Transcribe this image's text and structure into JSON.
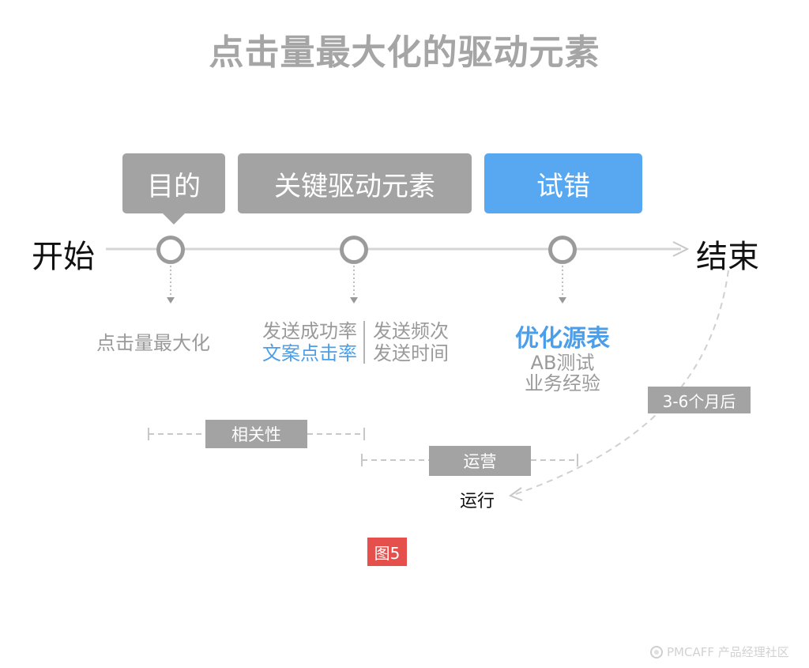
{
  "title": "点击量最大化的驱动元素",
  "timeline": {
    "start": "开始",
    "end": "结束"
  },
  "stages": [
    {
      "label": "目的",
      "color": "#a3a3a3"
    },
    {
      "label": "关键驱动元素",
      "color": "#a3a3a3"
    },
    {
      "label": "试错",
      "color": "#58a8f1"
    }
  ],
  "details": {
    "goal": "点击量最大化",
    "drivers_left": [
      "发送成功率",
      "文案点击率"
    ],
    "drivers_right": [
      "发送频次",
      "发送时间"
    ],
    "trial_main": "优化源表",
    "trial_sub": [
      "AB测试",
      "业务经验"
    ]
  },
  "spans": {
    "correlation": "相关性",
    "operation": "运营",
    "after": "3-6个月后",
    "run": "运行"
  },
  "figure_label": "图5",
  "watermark": "PMCAFF 产品经理社区",
  "colors": {
    "gray": "#a3a3a3",
    "blue": "#58a8f1",
    "red": "#e5504c"
  }
}
